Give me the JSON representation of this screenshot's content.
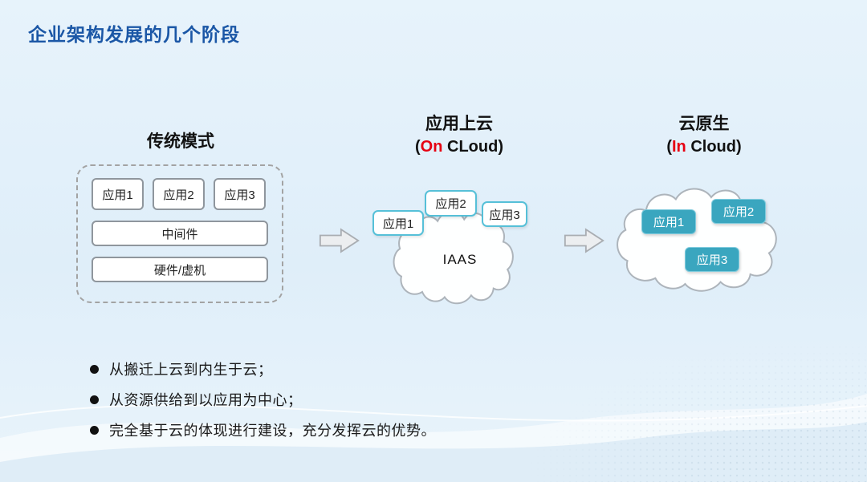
{
  "slide": {
    "title": "企业架构发展的几个阶段"
  },
  "stages": {
    "traditional": {
      "title": "传统模式",
      "apps": [
        "应用1",
        "应用2",
        "应用3"
      ],
      "middleware": "中间件",
      "hardware": "硬件/虚机"
    },
    "on_cloud": {
      "title": "应用上云",
      "sub": {
        "open": "(",
        "word": "On",
        "rest": " CLoud)"
      },
      "apps": [
        "应用1",
        "应用2",
        "应用3"
      ],
      "cloud_label": "IAAS"
    },
    "in_cloud": {
      "title": "云原生",
      "sub": {
        "open": "(",
        "word": "In",
        "rest": " Cloud)"
      },
      "apps": [
        "应用1",
        "应用2",
        "应用3"
      ]
    }
  },
  "bullets": [
    "从搬迁上云到内生于云；",
    "从资源供给到以应用为中心；",
    "完全基于云的体现进行建设，充分发挥云的优势。"
  ],
  "colors": {
    "title_blue": "#1b57a6",
    "highlight_red": "#e60012",
    "cyan_border": "#56c0d8",
    "teal_fill": "#3aa6bf",
    "gray_border": "#8f969d"
  }
}
